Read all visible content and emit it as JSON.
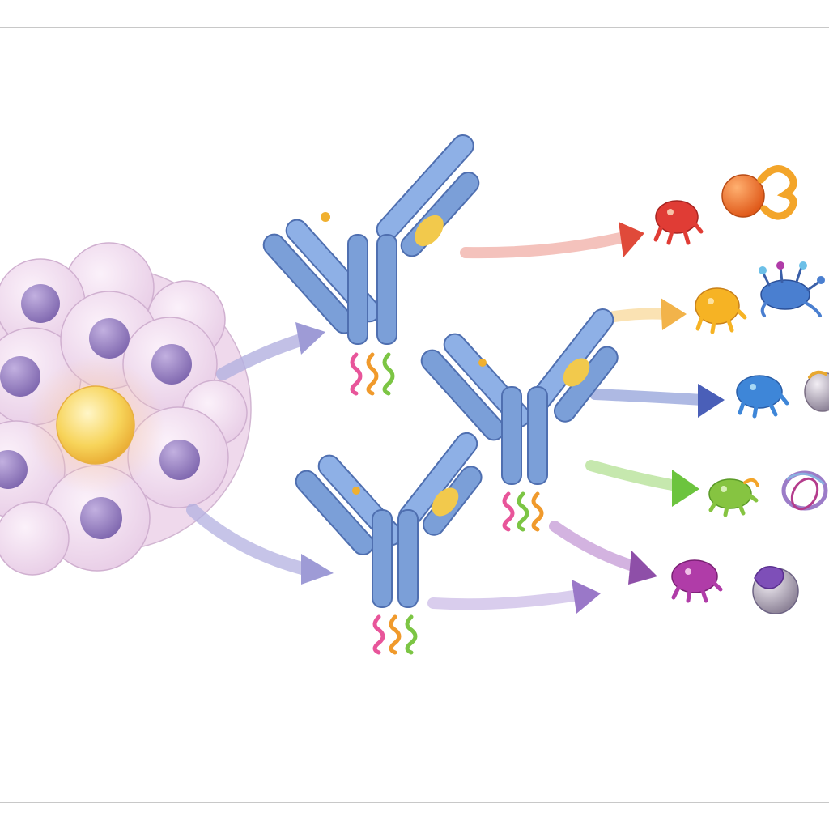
{
  "diagram": {
    "source": {
      "name": "cell-cluster",
      "cell_color": "#f2dff0",
      "nucleus_color": "#9c84c4",
      "core_color": "#f7d45a"
    },
    "antibodies": [
      {
        "name": "antibody-top",
        "body_color": "#7b9fd8",
        "tip_color": "#f2c94c",
        "tail_colors": [
          "#e8559a",
          "#f09a2c",
          "#7cc544"
        ]
      },
      {
        "name": "antibody-middle",
        "body_color": "#7b9fd8",
        "tip_color": "#f2c94c",
        "tail_colors": [
          "#e8559a",
          "#f09a2c",
          "#7cc544"
        ]
      },
      {
        "name": "antibody-bottom",
        "body_color": "#7b9fd8",
        "tip_color": "#f2c94c",
        "tail_colors": [
          "#e8559a",
          "#f09a2c",
          "#7cc544"
        ]
      }
    ],
    "arrows": [
      {
        "name": "arrow-cluster-to-top-antibody",
        "color": "#a9a6dc"
      },
      {
        "name": "arrow-cluster-to-bottom-antibody",
        "color": "#a9a6dc"
      },
      {
        "name": "arrow-to-red-targets",
        "color": "#e04a3a"
      },
      {
        "name": "arrow-to-orange-targets",
        "color": "#f2b34a"
      },
      {
        "name": "arrow-to-blue-targets",
        "color": "#4a5fb8"
      },
      {
        "name": "arrow-to-green-targets",
        "color": "#6cc43e"
      },
      {
        "name": "arrow-to-purple-targets-upper",
        "color": "#8e4fa8"
      },
      {
        "name": "arrow-to-purple-targets-lower",
        "color": "#9a78c8"
      }
    ],
    "targets": [
      {
        "name": "red-microbe",
        "color": "#e03c35"
      },
      {
        "name": "orange-sphere-organism",
        "color": "#f07a2a"
      },
      {
        "name": "orange-microbe",
        "color": "#f6b324"
      },
      {
        "name": "blue-tentacled-organism",
        "color": "#4a7fd0"
      },
      {
        "name": "blue-microbe",
        "color": "#3e86d8"
      },
      {
        "name": "grey-spore",
        "color": "#b4aab8"
      },
      {
        "name": "green-microbe",
        "color": "#86c441"
      },
      {
        "name": "purple-ring-organism",
        "color": "#9c7cc8"
      },
      {
        "name": "purple-microbe",
        "color": "#b03ca8"
      },
      {
        "name": "grey-purple-sphere",
        "color": "#8c84a0"
      }
    ]
  }
}
